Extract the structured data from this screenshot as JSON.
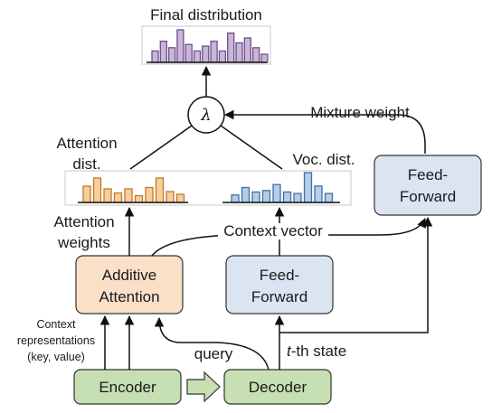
{
  "labels": {
    "final_distribution": "Final distribution",
    "lambda": "λ",
    "mixture_weight": "Mixture weight",
    "attention_dist_line1": "Attention",
    "attention_dist_line2": "dist.",
    "voc_dist": "Voc. dist.",
    "attention_weights_line1": "Attention",
    "attention_weights_line2": "weights",
    "context_vector": "Context vector",
    "context_repr_line1": "Context",
    "context_repr_line2": "representations",
    "context_repr_line3": "(key, value)",
    "query": "query",
    "tth_state_t": "t",
    "tth_state_rest": "-th state"
  },
  "boxes": {
    "feed_forward_right_line1": "Feed-",
    "feed_forward_right_line2": "Forward",
    "additive_attention_line1": "Additive",
    "additive_attention_line2": "Attention",
    "feed_forward_mid_line1": "Feed-",
    "feed_forward_mid_line2": "Forward",
    "encoder": "Encoder",
    "decoder": "Decoder"
  },
  "colors": {
    "final_bars": "#c9b6d9",
    "final_bar_stroke": "#6e4f8a",
    "attention_bars": "#f7cf9c",
    "attention_bar_stroke": "#c07a2a",
    "voc_bars": "#b7cde6",
    "voc_bar_stroke": "#3d6fa6",
    "feed_forward_fill": "#dbe5f1",
    "additive_attention_fill": "#fbe0c8",
    "encoder_decoder_fill": "#c6e0b4",
    "box_stroke": "#333333"
  },
  "histograms": {
    "final": [
      0.35,
      0.65,
      0.45,
      1.0,
      0.55,
      0.35,
      0.5,
      0.65,
      0.35,
      0.9,
      0.6,
      0.75,
      0.45,
      0.25
    ],
    "attention": [
      0.6,
      0.9,
      0.5,
      0.35,
      0.5,
      0.25,
      0.55,
      0.9,
      0.4,
      0.3
    ],
    "vocabulary": [
      0.25,
      0.5,
      0.35,
      0.4,
      0.6,
      0.35,
      0.3,
      1.0,
      0.55,
      0.3
    ]
  }
}
